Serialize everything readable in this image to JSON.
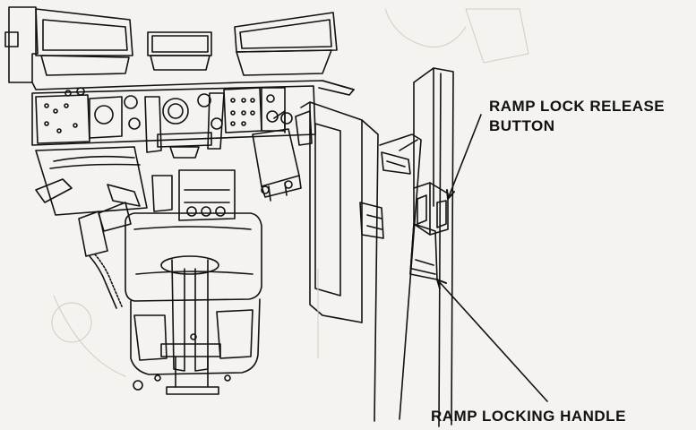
{
  "callouts": {
    "ramp_lock_release": {
      "line1": "RAMP LOCK RELEASE",
      "line2": "BUTTON"
    },
    "ramp_locking_handle": "RAMP LOCKING HANDLE"
  },
  "colors": {
    "ink": "#111111",
    "paper": "#f4f3ef",
    "bleed_through": "#d8d6d0"
  }
}
